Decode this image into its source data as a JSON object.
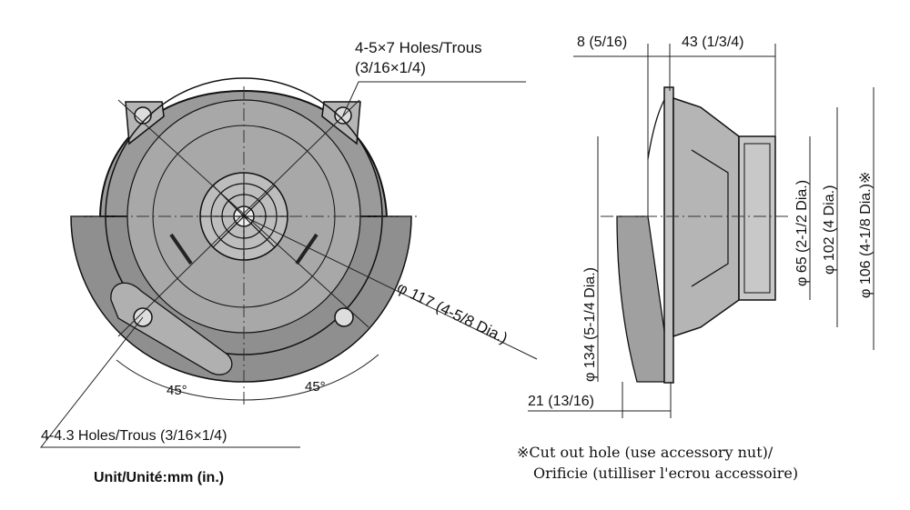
{
  "front_view": {
    "top_holes_label_line1": "4-5×7 Holes/Trous",
    "top_holes_label_line2": "(3/16×1/4)",
    "diameter_label": "φ 117 (4-5/8 Dia.)",
    "angle_left": "45°",
    "angle_right": "45°",
    "bottom_holes_label": "4-4.3 Holes/Trous (3/16×1/4)",
    "unit_label": "Unit/Unité:mm (in.)"
  },
  "side_view": {
    "dim_top_left": "8 (5/16)",
    "dim_top_right": "43 (1/3/4)",
    "dim_134": "φ 134 (5-1/4 Dia.)",
    "dim_65": "φ 65 (2-1/2 Dia.)",
    "dim_102": "φ 102 (4 Dia.)",
    "dim_106": "φ 106 (4-1/8 Dia.)※",
    "dim_bottom": "21 (13/16)",
    "note_line1": "※Cut out hole (use accessory nut)/",
    "note_line2": "Orificie (utilliser l'ecrou accessoire)"
  },
  "colors": {
    "ink": "#111111",
    "speaker_body": "#b8b8b8",
    "speaker_shade": "#8c8c8c",
    "background": "#ffffff"
  }
}
